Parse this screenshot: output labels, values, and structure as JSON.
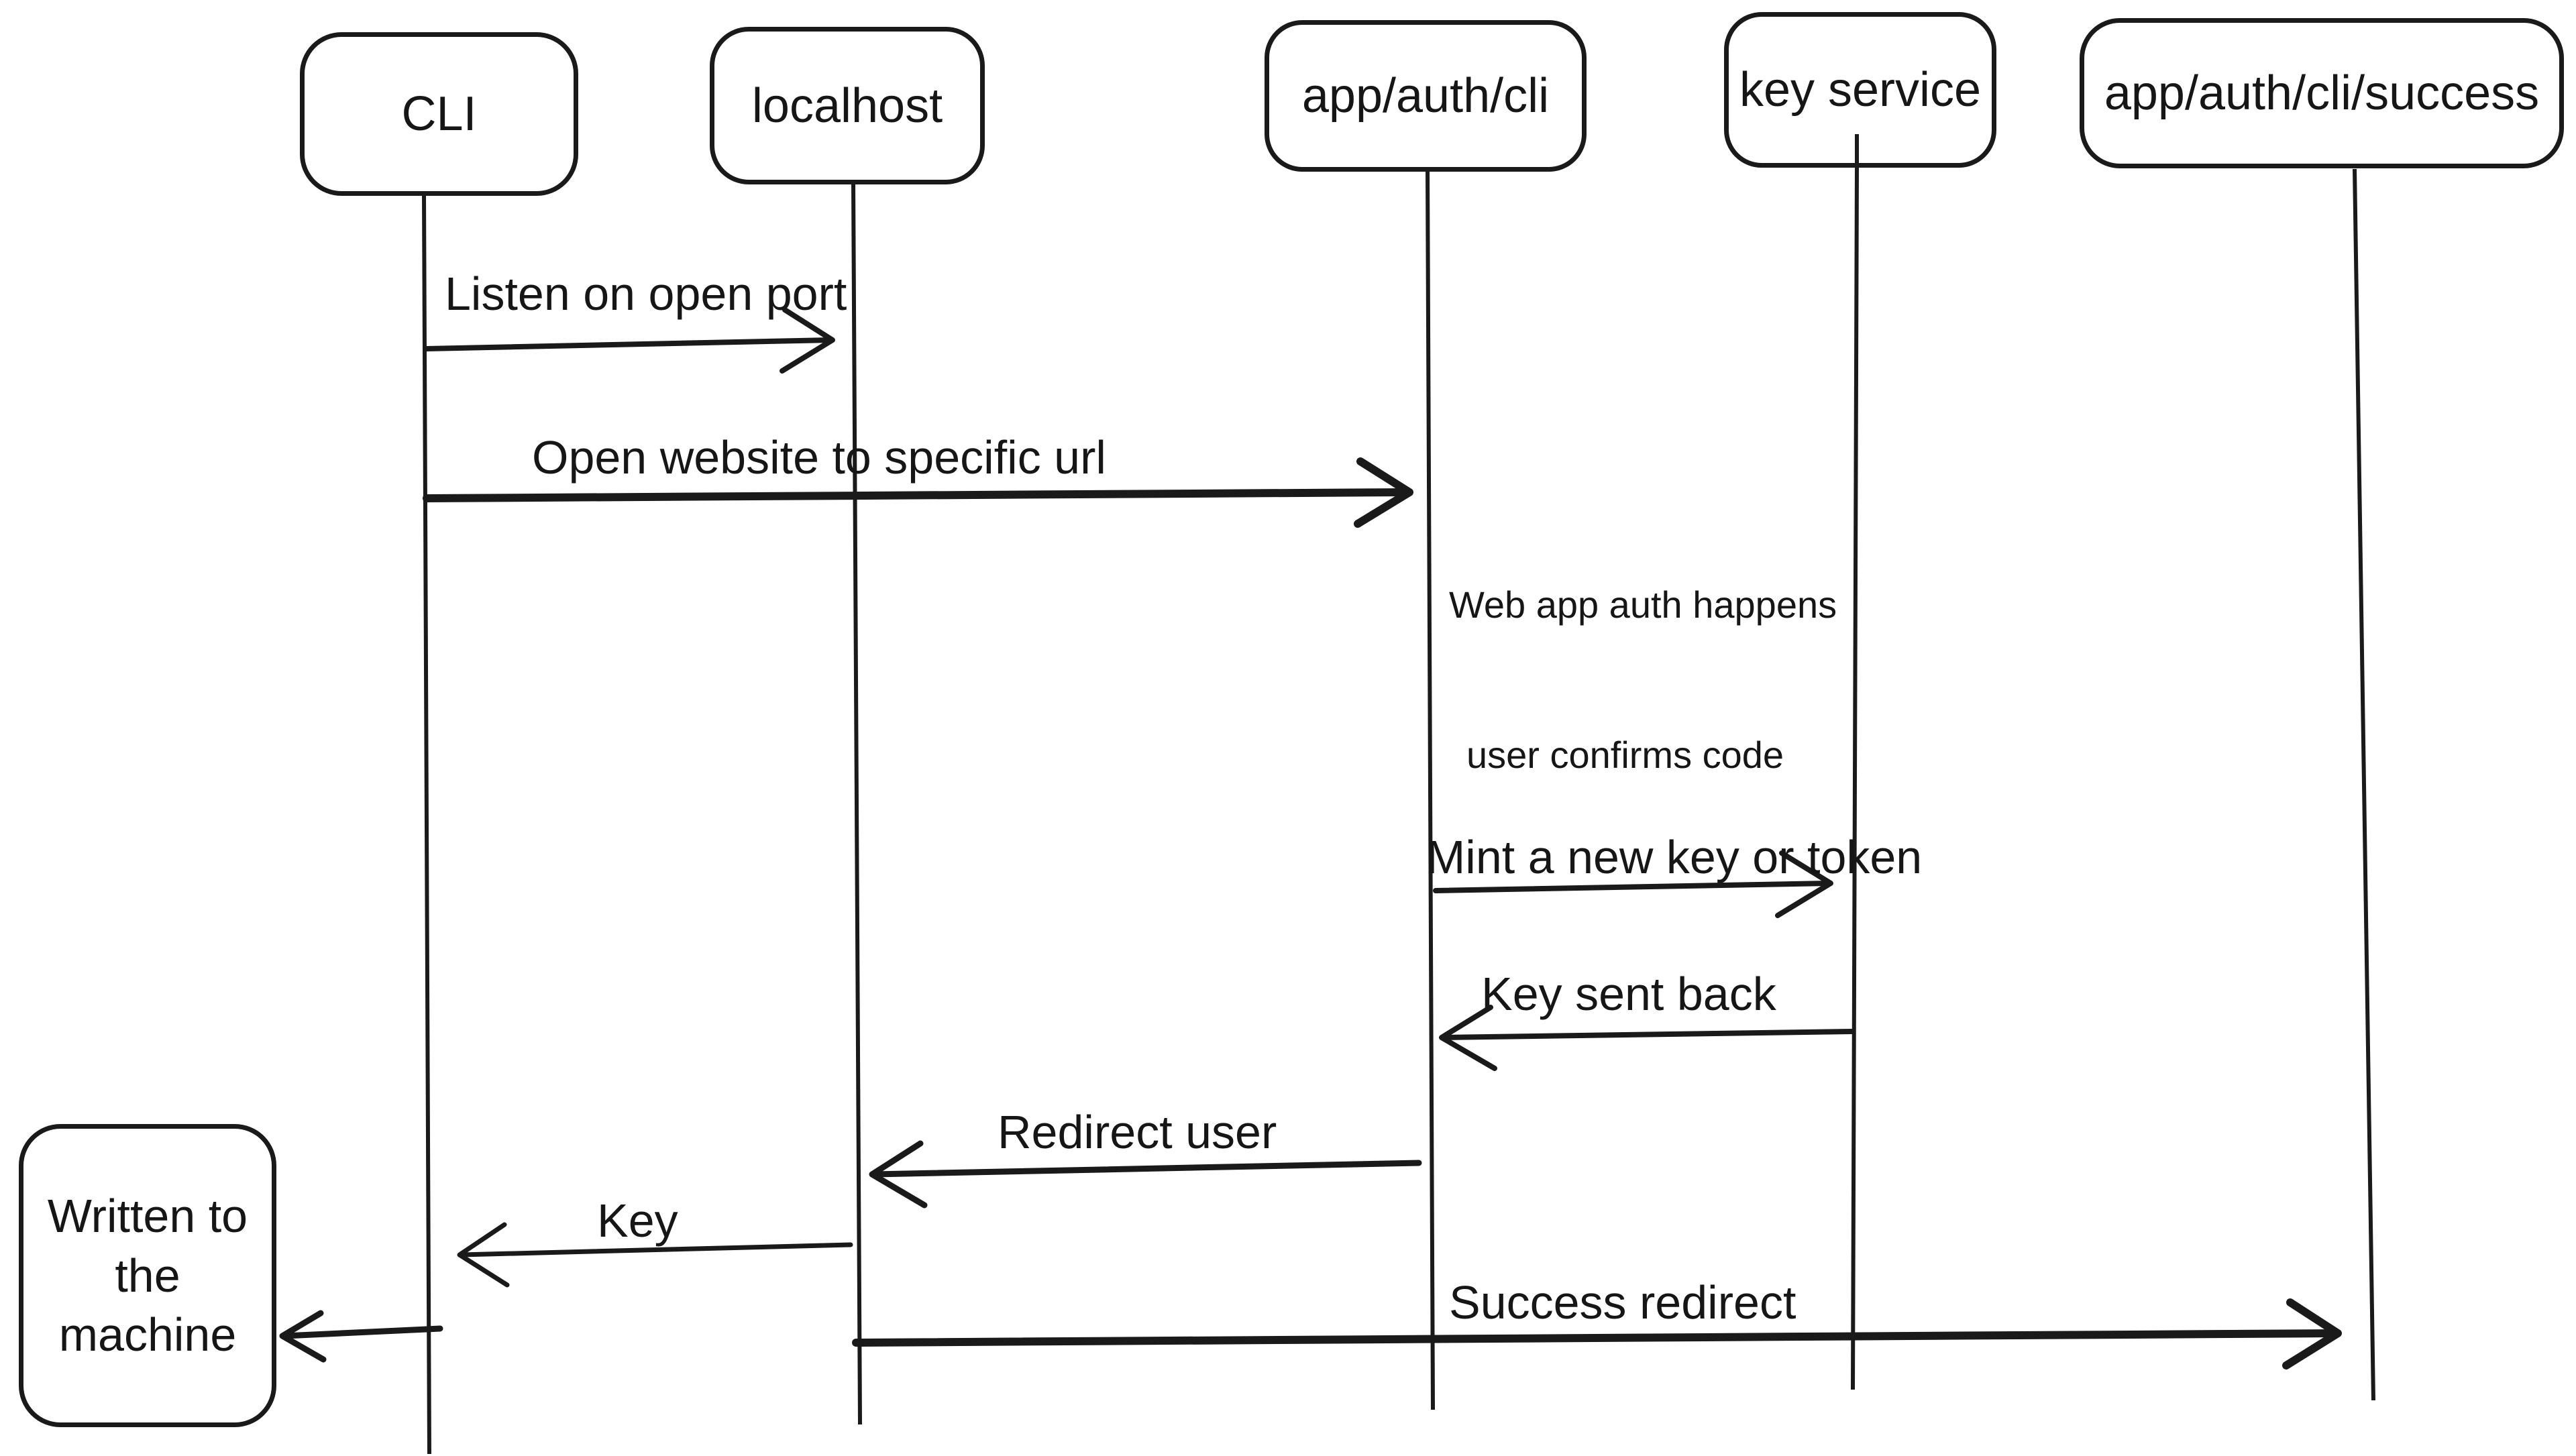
{
  "diagram": {
    "type": "sequence-diagram",
    "style": "hand-drawn",
    "colors": {
      "stroke": "#1a1a1a",
      "text": "#161616",
      "background": "#ffffff"
    },
    "actors": [
      {
        "id": "cli",
        "label": "CLI"
      },
      {
        "id": "localhost",
        "label": "localhost"
      },
      {
        "id": "app-auth-cli",
        "label": "app/auth/cli"
      },
      {
        "id": "key-service",
        "label": "key service"
      },
      {
        "id": "app-auth-cli-success",
        "label": "app/auth/cli/success"
      }
    ],
    "messages": [
      {
        "label": "Listen on open port",
        "from": "CLI",
        "to": "localhost",
        "direction": "right"
      },
      {
        "label": "Open website to specific url",
        "from": "CLI",
        "to": "app/auth/cli",
        "direction": "right"
      },
      {
        "label": "Mint a new key or token",
        "from": "app/auth/cli",
        "to": "key service",
        "direction": "right"
      },
      {
        "label": "Key sent back",
        "from": "key service",
        "to": "app/auth/cli",
        "direction": "left"
      },
      {
        "label": "Redirect user",
        "from": "app/auth/cli",
        "to": "localhost",
        "direction": "left"
      },
      {
        "label": "Key",
        "from": "localhost",
        "to": "CLI",
        "direction": "left"
      },
      {
        "label": "Success redirect",
        "from": "localhost",
        "to": "app/auth/cli/success",
        "direction": "right"
      },
      {
        "label": "",
        "from": "CLI",
        "to": "Written to the machine",
        "direction": "left"
      }
    ],
    "notes": [
      {
        "text": "Web app auth happens",
        "near": "app/auth/cli"
      },
      {
        "text": "user confirms code",
        "near": "app/auth/cli"
      }
    ],
    "result_box": {
      "label": "Written to the machine",
      "lines": [
        "Written to",
        "the",
        "machine"
      ]
    }
  }
}
